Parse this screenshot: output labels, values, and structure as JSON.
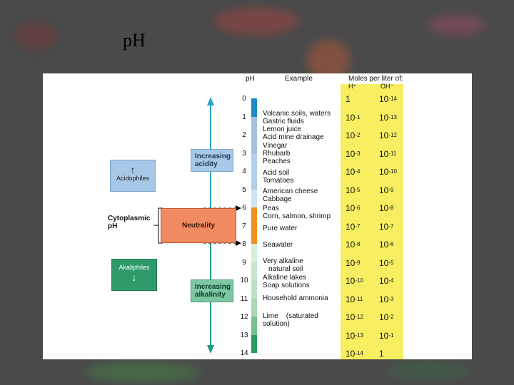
{
  "slide": {
    "title": "pH"
  },
  "headers": {
    "ph": "pH",
    "example": "Example",
    "moles": "Moles per liter of:",
    "h": "H⁺",
    "oh": "OH⁻"
  },
  "scale": [
    {
      "ph": "0",
      "h_base": "1",
      "h_exp": "",
      "oh_base": "10",
      "oh_exp": "-14"
    },
    {
      "ph": "1",
      "h_base": "10",
      "h_exp": "-1",
      "oh_base": "10",
      "oh_exp": "-13"
    },
    {
      "ph": "2",
      "h_base": "10",
      "h_exp": "-2",
      "oh_base": "10",
      "oh_exp": "-12"
    },
    {
      "ph": "3",
      "h_base": "10",
      "h_exp": "-3",
      "oh_base": "10",
      "oh_exp": "-11"
    },
    {
      "ph": "4",
      "h_base": "10",
      "h_exp": "-4",
      "oh_base": "10",
      "oh_exp": "-10"
    },
    {
      "ph": "5",
      "h_base": "10",
      "h_exp": "-5",
      "oh_base": "10",
      "oh_exp": "-9"
    },
    {
      "ph": "6",
      "h_base": "10",
      "h_exp": "-6",
      "oh_base": "10",
      "oh_exp": "-8"
    },
    {
      "ph": "7",
      "h_base": "10",
      "h_exp": "-7",
      "oh_base": "10",
      "oh_exp": "-7"
    },
    {
      "ph": "8",
      "h_base": "10",
      "h_exp": "-8",
      "oh_base": "10",
      "oh_exp": "-6"
    },
    {
      "ph": "9",
      "h_base": "10",
      "h_exp": "-9",
      "oh_base": "10",
      "oh_exp": "-5"
    },
    {
      "ph": "10",
      "h_base": "10",
      "h_exp": "-10",
      "oh_base": "10",
      "oh_exp": "-4"
    },
    {
      "ph": "11",
      "h_base": "10",
      "h_exp": "-11",
      "oh_base": "10",
      "oh_exp": "-3"
    },
    {
      "ph": "12",
      "h_base": "10",
      "h_exp": "-12",
      "oh_base": "10",
      "oh_exp": "-2"
    },
    {
      "ph": "13",
      "h_base": "10",
      "h_exp": "-13",
      "oh_base": "10",
      "oh_exp": "-1"
    },
    {
      "ph": "14",
      "h_base": "10",
      "h_exp": "-14",
      "oh_base": "1",
      "oh_exp": ""
    }
  ],
  "examples": [
    "Volcanic soils, waters",
    "Gastric fluids",
    "Lemon juice",
    "Acid mine drainage",
    "Vinegar",
    "Rhubarb",
    "Peaches",
    "Acid soil",
    "Tomatoes",
    "American cheese",
    "Cabbage",
    "Peas",
    "Corn, salmon, shrimp",
    "Pure water",
    "Seawater",
    "Very alkaline",
    "natural soil",
    "Alkaline lakes",
    "Soap solutions",
    "Household ammonia",
    "Lime    (saturated",
    "solution)"
  ],
  "labels": {
    "increasing_acidity": "Increasing acidity",
    "neutrality": "Neutrality",
    "increasing_alkalinity": "Increasing alkalinity",
    "cytoplasmic_ph": "Cytoplasmic pH",
    "acidophiles": "Acidophiles",
    "akaliphiles": "Akaliphiles"
  },
  "colors": {
    "acid_arrow": "#2aa3c8",
    "alkaline_arrow": "#1a9a7e",
    "acidity_box": "#a8c8e8",
    "neutral_box": "#f08a60",
    "alkalinity_box": "#7dc7a4",
    "acidophiles_box": "#a8c8e8",
    "akaliphiles_box": "#2f9a6a",
    "moles_column": "#f7ef61",
    "bar_colors": [
      "#1a8cc8",
      "#a8c0e0",
      "#a8c0e0",
      "#b0d0f0",
      "#b0d0f0",
      "#cfe4f4",
      "#f0901e",
      "#f0901e",
      "#d8eedc",
      "#c8e6d0",
      "#bfe0c8",
      "#a8d8b8",
      "#78c090",
      "#2a9a60"
    ]
  }
}
